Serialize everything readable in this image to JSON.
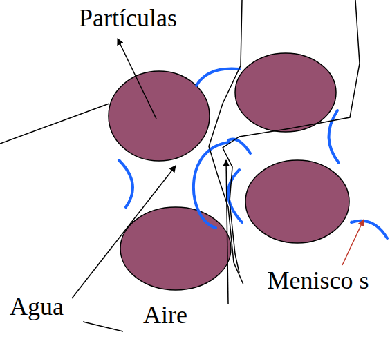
{
  "diagram": {
    "labels": [
      "Partículas",
      "Agua",
      "Aire",
      "Menisco s"
    ]
  }
}
